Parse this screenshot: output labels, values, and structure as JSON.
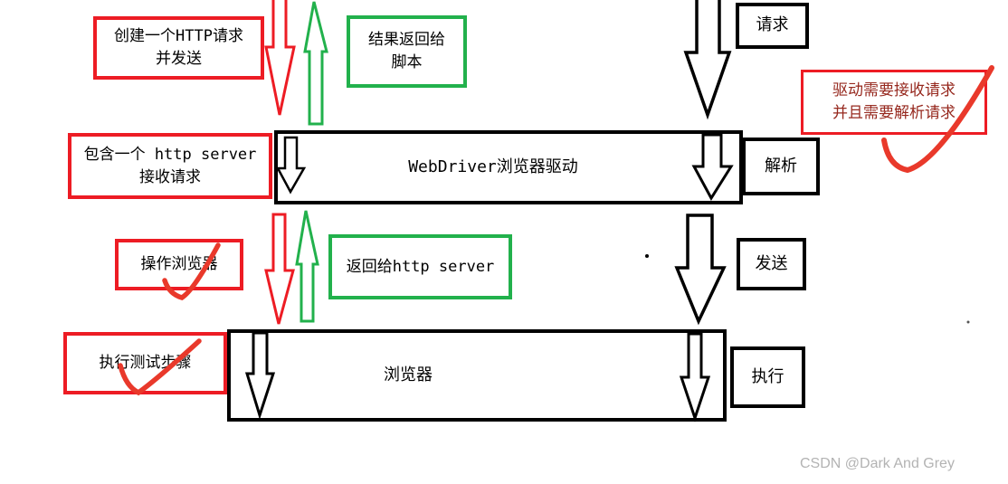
{
  "diagram": {
    "title_hint": "WebDriver 工作原理流程图",
    "boxes": {
      "create_http_request": "创建一个HTTP请求\n并发送",
      "result_return_script": "结果返回给\n脚本",
      "request": "请求",
      "contains_http_server": "包含一个 http server\n接收请求",
      "webdriver_driver": "WebDriver浏览器驱动",
      "parse": "解析",
      "driver_note": "驱动需要接收请求\n并且需要解析请求",
      "operate_browser": "操作浏览器",
      "return_http_server": "返回给http server",
      "send": "发送",
      "execute_test_steps": "执行测试步骤",
      "browser": "浏览器",
      "execute": "执行"
    },
    "arrows": [
      {
        "name": "red-down-arrow-top",
        "direction": "down",
        "color": "#ed1c24"
      },
      {
        "name": "green-up-arrow-top",
        "direction": "up",
        "color": "#22b14c"
      },
      {
        "name": "black-down-arrow-request",
        "direction": "down",
        "color": "#000000"
      },
      {
        "name": "black-down-arrow-driver-left",
        "direction": "down",
        "color": "#000000"
      },
      {
        "name": "black-down-arrow-driver-right",
        "direction": "down",
        "color": "#000000"
      },
      {
        "name": "red-down-arrow-middle",
        "direction": "down",
        "color": "#ed1c24"
      },
      {
        "name": "green-up-arrow-middle",
        "direction": "up",
        "color": "#22b14c"
      },
      {
        "name": "black-down-arrow-send",
        "direction": "down",
        "color": "#000000"
      },
      {
        "name": "black-down-arrow-browser-left",
        "direction": "down",
        "color": "#000000"
      },
      {
        "name": "black-down-arrow-browser-right",
        "direction": "down",
        "color": "#000000"
      }
    ],
    "annotations": [
      {
        "name": "red-checkmark-operate-browser"
      },
      {
        "name": "red-checkmark-execute-test-steps"
      },
      {
        "name": "red-checkmark-driver-note"
      }
    ],
    "colors": {
      "red": "#ed1c24",
      "green": "#22b14c",
      "black": "#000000",
      "note_text": "#96281e",
      "handwriting_red": "#e9392b"
    }
  },
  "watermark": "CSDN @Dark And Grey"
}
